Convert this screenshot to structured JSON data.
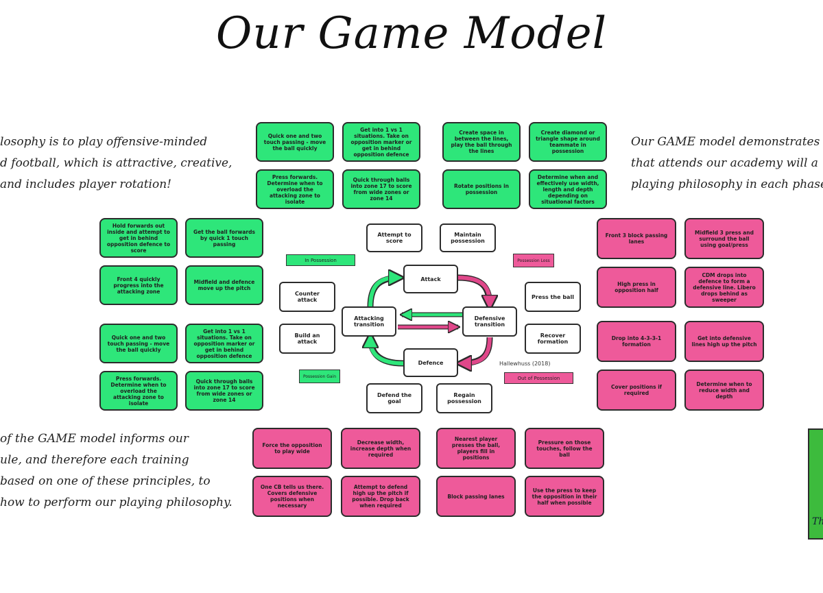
{
  "title": "Our Game Model",
  "paragraphs": {
    "top_left": [
      "losophy is to play offensive-minded",
      "d football, which is attractive, creative,",
      "and includes player rotation!"
    ],
    "top_right": [
      "Our GAME model demonstrates",
      "that attends our academy will a",
      "playing philosophy in each phase"
    ],
    "bottom_left": [
      "of the GAME model informs our",
      "ule, and therefore each training",
      "based on one of these principles, to",
      "how to perform our playing philosophy."
    ]
  },
  "top_green_boxes": [
    "Quick one and two touch passing - move the ball quickly",
    "Get into 1 vs 1 situations. Take on opposition marker or get in behind opposition defence",
    "Create space in between the lines, play the ball through the lines",
    "Create diamond or triangle shape around teammate in possession",
    "Press forwards. Determine when to overload the attacking zone to isolate",
    "Quick through balls into zone 17 to score from wide zones or zone 14",
    "Rotate positions in possession",
    "Determine when and effectively use width, length and depth depending on situational factors"
  ],
  "left_green_boxes": [
    "Hold forwards out inside and attempt to get in behind opposition defence to score",
    "Get the ball forwards by quick 1 touch passing",
    "Front 4 quickly progress into the attacking zone",
    "Midfield and defence move up the pitch",
    "Quick one and two touch passing - move the ball quickly",
    "Get into 1 vs 1 situations. Take on opposition marker or get in behind opposition defence",
    "Press forwards. Determine when to overload the attacking zone to isolate",
    "Quick through balls into zone 17 to score from wide zones or zone 14"
  ],
  "right_pink_boxes": [
    "Front 3 block passing lanes",
    "Midfield 3 press and surround the ball using goal/press",
    "High press in opposition half",
    "CDM drops into defence to form a defensive line. Libero drops behind as sweeper",
    "Drop into 4-3-3-1 formation",
    "Get into defensive lines high up the pitch",
    "Cover positions if required",
    "Determine when to reduce width and depth"
  ],
  "bottom_pink_boxes": [
    "Force the opposition to play wide",
    "Decrease width, increase depth when required",
    "Nearest player presses the ball, players fill in positions",
    "Pressure on those touches, follow the ball",
    "One CB tells us there. Covers defensive positions when necessary",
    "Attempt to defend high up the pitch if possible. Drop back when required",
    "Block passing lanes",
    "Use the press to keep the opposition in their half when possible"
  ],
  "center": {
    "attack": "Attack",
    "defence": "Defence",
    "attacking_transition": "Attacking transition",
    "defensive_transition": "Defensive transition",
    "attempt_to_score": "Attempt to score",
    "maintain_possession": "Maintain possession",
    "counter_attack": "Counter attack",
    "build_an_attack": "Build an attack",
    "press_the_ball": "Press the ball",
    "recover_formation": "Recover formation",
    "defend_the_goal": "Defend the goal",
    "regain_possession": "Regain possession"
  },
  "tags": {
    "in_possession": "In Possession",
    "possession_loss": "Possession Loss",
    "possession_gain": "Possession Gain",
    "out_of_possession": "Out of Possession"
  },
  "credit": "Hallewhuss (2018)",
  "side_box_text": "Th",
  "colors": {
    "green": "#2ee67a",
    "pink": "#ee5a9a",
    "arrow_green": "#2ee67a",
    "arrow_pink": "#e0478a"
  }
}
